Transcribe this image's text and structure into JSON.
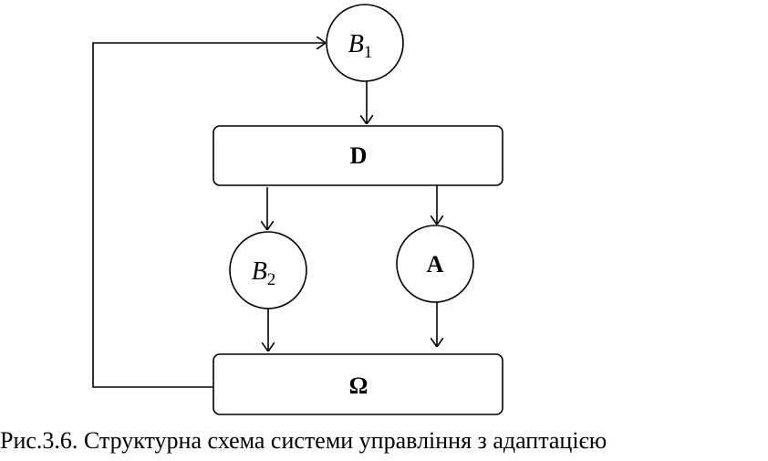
{
  "nodes": {
    "b1": {
      "main": "B",
      "sub": "1"
    },
    "d": {
      "label": "D"
    },
    "b2": {
      "main": "B",
      "sub": "2"
    },
    "a": {
      "label": "A"
    },
    "omega": {
      "label": "Ω"
    }
  },
  "caption": "Рис.3.6. Структурна схема системи управління з адаптацією"
}
